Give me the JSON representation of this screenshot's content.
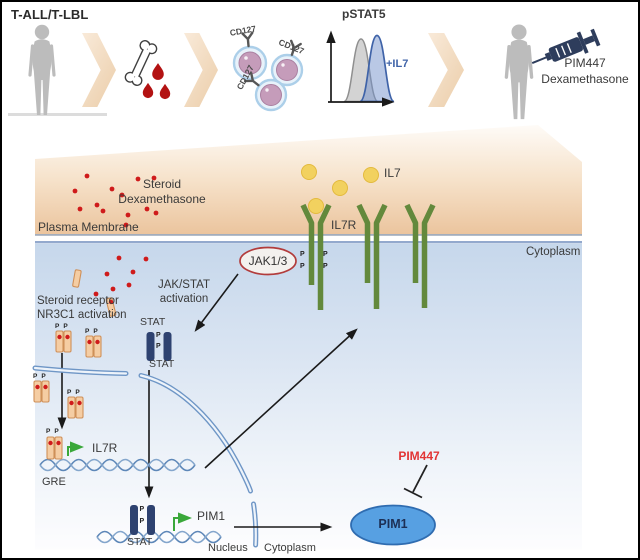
{
  "workflow": {
    "disease_label": "T-ALL/T-LBL",
    "cd127": "CD127",
    "plot": {
      "title": "pSTAT5",
      "annotation": "+IL7"
    },
    "treatment": [
      "PIM447",
      "Dexamethasone"
    ],
    "icons": [
      "patient-icon",
      "chevron-icon",
      "bone-icon",
      "blood-drops-icon",
      "leukemic-cell-icon",
      "flow-histogram",
      "syringe-icon"
    ]
  },
  "pathway": {
    "membrane_label": "Plasma Membrane",
    "cytoplasm_label": "Cytoplasm",
    "steroid_line1": "Steroid",
    "steroid_line2": "Dexamethasone",
    "il7": "IL7",
    "il7r": "IL7R",
    "jak": "JAK1/3",
    "jakstat_line1": "JAK/STAT",
    "jakstat_line2": "activation",
    "nr3c1_line1": "Steroid receptor",
    "nr3c1_line2": "NR3C1 activation",
    "stat": "STAT",
    "phospho": "P"
  },
  "nucleus": {
    "gre": "GRE",
    "il7r_gene": "IL7R",
    "pim1_gene": "PIM1",
    "stat": "STAT",
    "nucleus_label": "Nucleus",
    "cytoplasm_label": "Cytoplasm"
  },
  "effectors": {
    "pim1": "PIM1",
    "pim447": "PIM447"
  },
  "colors": {
    "membrane_tan": "#ecc49e",
    "cytoplasm_blue": "#c8d9ec",
    "receptor_green": "#63893c",
    "il7_yellow": "#f2d15f",
    "steroid_red": "#cf1b1b",
    "stat_navy": "#2e4270",
    "pim1_blue": "#57a0e2",
    "inhibitor_red": "#e23434",
    "transcription_green": "#3aa83a",
    "jak_border_red": "#b23c3c",
    "envelope_blue": "#6e96c6"
  }
}
